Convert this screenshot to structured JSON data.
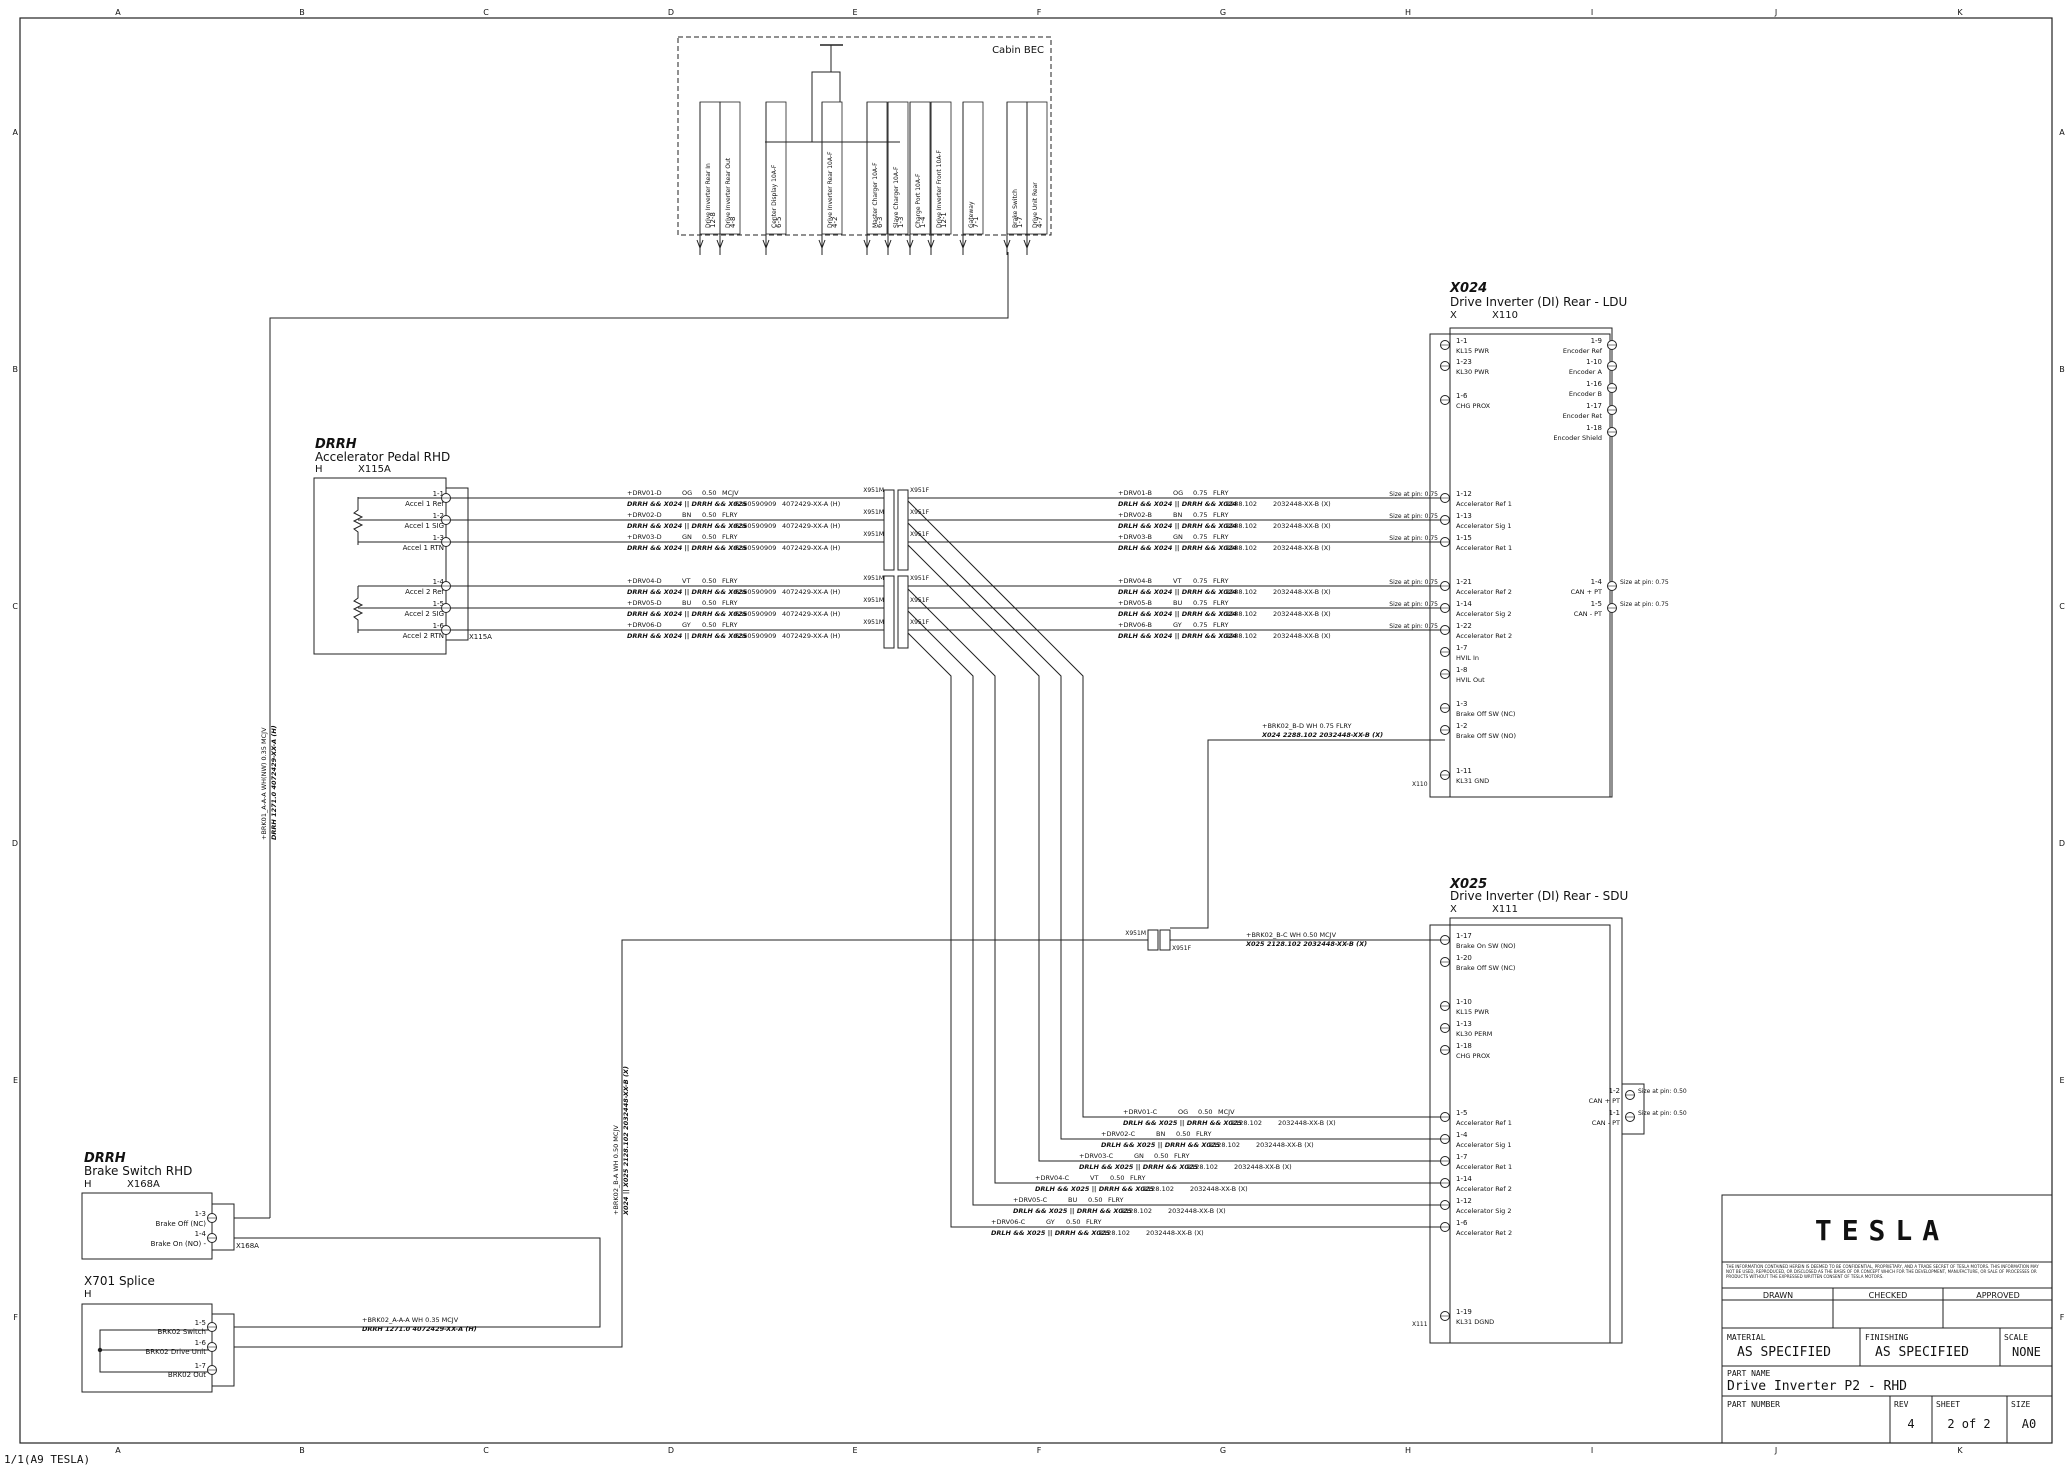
{
  "sheet_footer": "1/1(A9 TESLA)",
  "grid": {
    "columns": [
      "A",
      "B",
      "C",
      "D",
      "E",
      "F",
      "G",
      "H",
      "I",
      "J",
      "K"
    ],
    "rows": [
      "A",
      "B",
      "C",
      "D",
      "E",
      "F"
    ]
  },
  "cabin_bec": {
    "title": "Cabin BEC",
    "pins": [
      {
        "num": "12-8",
        "label": "Drive Inverter Rear In"
      },
      {
        "num": "4-8",
        "label": "Drive Inverter Rear Out"
      },
      {
        "num": "6-5",
        "label": "Center Display 10A-F"
      },
      {
        "num": "4-2",
        "label": "Drive Inverter Rear 10A-F"
      },
      {
        "num": "6-3",
        "label": "Master Charger 10A-F"
      },
      {
        "num": "1-3",
        "label": "Slave Charger 10A-F"
      },
      {
        "num": "1-4",
        "label": "Charge Port 10A-F"
      },
      {
        "num": "12-1",
        "label": "Drive Inverter Front 10A-F"
      },
      {
        "num": "7-1",
        "label": "Gateway"
      },
      {
        "num": "1-7",
        "label": "Brake Switch"
      },
      {
        "num": "4-7",
        "label": "Drive Unit Rear"
      }
    ]
  },
  "x024": {
    "code": "X024",
    "name": "Drive Inverter (DI) Rear - LDU",
    "loc": "X",
    "conn": "X110",
    "left_pins": [
      {
        "num": "1-1",
        "label": "KL15 PWR"
      },
      {
        "num": "1-23",
        "label": "KL30 PWR"
      },
      {
        "num": "1-6",
        "label": "CHG PROX"
      },
      {
        "num": "1-12",
        "label": "Accelerator Ref 1"
      },
      {
        "num": "1-13",
        "label": "Accelerator Sig 1"
      },
      {
        "num": "1-15",
        "label": "Accelerator Ret 1"
      },
      {
        "num": "1-21",
        "label": "Accelerator Ref 2"
      },
      {
        "num": "1-14",
        "label": "Accelerator Sig 2"
      },
      {
        "num": "1-22",
        "label": "Accelerator Ret 2"
      },
      {
        "num": "1-7",
        "label": "HVIL In"
      },
      {
        "num": "1-8",
        "label": "HVIL Out"
      },
      {
        "num": "1-3",
        "label": "Brake Off SW (NC)"
      },
      {
        "num": "1-2",
        "label": "Brake Off SW (NO)"
      },
      {
        "num": "1-11",
        "label": "KL31 GND"
      }
    ],
    "right_pins": [
      {
        "num": "1-9",
        "label": "Encoder Ref"
      },
      {
        "num": "1-10",
        "label": "Encoder A"
      },
      {
        "num": "1-16",
        "label": "Encoder B"
      },
      {
        "num": "1-17",
        "label": "Encoder Ret"
      },
      {
        "num": "1-18",
        "label": "Encoder Shield"
      },
      {
        "num": "1-4",
        "label": "CAN + PT"
      },
      {
        "num": "1-5",
        "label": "CAN - PT"
      }
    ]
  },
  "x025": {
    "code": "X025",
    "name": "Drive Inverter (DI) Rear - SDU",
    "loc": "X",
    "conn": "X111",
    "left_pins": [
      {
        "num": "1-17",
        "label": "Brake On SW (NO)"
      },
      {
        "num": "1-20",
        "label": "Brake Off SW (NC)"
      },
      {
        "num": "1-10",
        "label": "KL15 PWR"
      },
      {
        "num": "1-13",
        "label": "KL30 PERM"
      },
      {
        "num": "1-18",
        "label": "CHG PROX"
      },
      {
        "num": "1-5",
        "label": "Accelerator Ref 1"
      },
      {
        "num": "1-4",
        "label": "Accelerator Sig 1"
      },
      {
        "num": "1-7",
        "label": "Accelerator Ret 1"
      },
      {
        "num": "1-14",
        "label": "Accelerator Ref 2"
      },
      {
        "num": "1-12",
        "label": "Accelerator Sig 2"
      },
      {
        "num": "1-6",
        "label": "Accelerator Ret 2"
      },
      {
        "num": "1-19",
        "label": "KL31 DGND"
      }
    ],
    "right_pins": [
      {
        "num": "1-2",
        "label": "CAN + PT"
      },
      {
        "num": "1-1",
        "label": "CAN - PT"
      }
    ]
  },
  "drrh_pedal": {
    "code": "DRRH",
    "name": "Accelerator Pedal RHD",
    "loc": "H",
    "conn": "X115A",
    "pins": [
      {
        "num": "1-1",
        "label": "Accel 1 Ref"
      },
      {
        "num": "1-2",
        "label": "Accel 1 SIG"
      },
      {
        "num": "1-3",
        "label": "Accel 1 RTN"
      },
      {
        "num": "1-4",
        "label": "Accel 2 Ref"
      },
      {
        "num": "1-5",
        "label": "Accel 2 SIG"
      },
      {
        "num": "1-6",
        "label": "Accel 2 RTN"
      }
    ]
  },
  "drrh_brake": {
    "code": "DRRH",
    "name": "Brake Switch RHD",
    "loc": "H",
    "conn": "X168A",
    "pins": [
      {
        "num": "1-3",
        "label": "Brake Off (NC)"
      },
      {
        "num": "1-4",
        "label": "Brake On (NO) -"
      }
    ]
  },
  "x701": {
    "name": "X701 Splice",
    "loc": "H",
    "pins": [
      {
        "num": "1-5",
        "label": "BRK02 Switch"
      },
      {
        "num": "1-6",
        "label": "BRK02 Drive Unit"
      },
      {
        "num": "1-7",
        "label": "BRK02 Out"
      }
    ]
  },
  "wires_left": [
    {
      "id": "+DRV01-D",
      "color": "OG",
      "size": "0.50",
      "type": "MCJV",
      "harness": "DRRH && X024 || DRRH && X025",
      "code": "6360590909",
      "pn": "4072429-XX-A (H)"
    },
    {
      "id": "+DRV02-D",
      "color": "BN",
      "size": "0.50",
      "type": "FLRY",
      "harness": "DRRH && X024 || DRRH && X025",
      "code": "6360590909",
      "pn": "4072429-XX-A (H)"
    },
    {
      "id": "+DRV03-D",
      "color": "GN",
      "size": "0.50",
      "type": "FLRY",
      "harness": "DRRH && X024 || DRRH && X025",
      "code": "6360590909",
      "pn": "4072429-XX-A (H)"
    },
    {
      "id": "+DRV04-D",
      "color": "VT",
      "size": "0.50",
      "type": "FLRY",
      "harness": "DRRH && X024 || DRRH && X025",
      "code": "6360590909",
      "pn": "4072429-XX-A (H)"
    },
    {
      "id": "+DRV05-D",
      "color": "BU",
      "size": "0.50",
      "type": "FLRY",
      "harness": "DRRH && X024 || DRRH && X025",
      "code": "6360590909",
      "pn": "4072429-XX-A (H)"
    },
    {
      "id": "+DRV06-D",
      "color": "GY",
      "size": "0.50",
      "type": "FLRY",
      "harness": "DRRH && X024 || DRRH && X025",
      "code": "6360590909",
      "pn": "4072429-XX-A (H)"
    }
  ],
  "wires_x024": [
    {
      "id": "+DRV01-B",
      "color": "OG",
      "size": "0.75",
      "type": "FLRY",
      "harness": "DRLH && X024 || DRRH && X024",
      "code": "2288.102",
      "pn": "2032448-XX-B (X)",
      "pin_size": "Size at pin: 0.75"
    },
    {
      "id": "+DRV02-B",
      "color": "BN",
      "size": "0.75",
      "type": "FLRY",
      "harness": "DRLH && X024 || DRRH && X024",
      "code": "2288.102",
      "pn": "2032448-XX-B (X)",
      "pin_size": "Size at pin: 0.75"
    },
    {
      "id": "+DRV03-B",
      "color": "GN",
      "size": "0.75",
      "type": "FLRY",
      "harness": "DRLH && X024 || DRRH && X024",
      "code": "2288.102",
      "pn": "2032448-XX-B (X)",
      "pin_size": "Size at pin: 0.75"
    },
    {
      "id": "+DRV04-B",
      "color": "VT",
      "size": "0.75",
      "type": "FLRY",
      "harness": "DRLH && X024 || DRRH && X024",
      "code": "2288.102",
      "pn": "2032448-XX-B (X)",
      "pin_size": "Size at pin: 0.75"
    },
    {
      "id": "+DRV05-B",
      "color": "BU",
      "size": "0.75",
      "type": "FLRY",
      "harness": "DRLH && X024 || DRRH && X024",
      "code": "2288.102",
      "pn": "2032448-XX-B (X)",
      "pin_size": "Size at pin: 0.75"
    },
    {
      "id": "+DRV06-B",
      "color": "GY",
      "size": "0.75",
      "type": "FLRY",
      "harness": "DRLH && X024 || DRRH && X024",
      "code": "2288.102",
      "pn": "2032448-XX-B (X)",
      "pin_size": "Size at pin: 0.75"
    }
  ],
  "wires_x025": [
    {
      "id": "+DRV01-C",
      "color": "OG",
      "size": "0.50",
      "type": "MCJV",
      "harness": "DRLH && X025 || DRRH && X025",
      "code": "2128.102",
      "pn": "2032448-XX-B (X)"
    },
    {
      "id": "+DRV02-C",
      "color": "BN",
      "size": "0.50",
      "type": "FLRY",
      "harness": "DRLH && X025 || DRRH && X025",
      "code": "2128.102",
      "pn": "2032448-XX-B (X)"
    },
    {
      "id": "+DRV03-C",
      "color": "GN",
      "size": "0.50",
      "type": "FLRY",
      "harness": "DRLH && X025 || DRRH && X025",
      "code": "2128.102",
      "pn": "2032448-XX-B (X)"
    },
    {
      "id": "+DRV04-C",
      "color": "VT",
      "size": "0.50",
      "type": "FLRY",
      "harness": "DRLH && X025 || DRRH && X025",
      "code": "2128.102",
      "pn": "2032448-XX-B (X)"
    },
    {
      "id": "+DRV05-C",
      "color": "BU",
      "size": "0.50",
      "type": "FLRY",
      "harness": "DRLH && X025 || DRRH && X025",
      "code": "2128.102",
      "pn": "2032448-XX-B (X)"
    },
    {
      "id": "+DRV06-C",
      "color": "GY",
      "size": "0.50",
      "type": "FLRY",
      "harness": "DRLH && X025 || DRRH && X025",
      "code": "2128.102",
      "pn": "2032448-XX-B (X)"
    }
  ],
  "brk_wires": {
    "x024_id": "+BRK02_B-D  WH  0.75  FLRY",
    "x024_sub": "X024  2288.102  2032448-XX-B (X)",
    "x025_id": "+BRK02_B-C  WH  0.50  MCJV",
    "x025_sub": "X025  2128.102  2032448-XX-B (X)",
    "splice_id": "+BRK02_A-A-A  WH  0.35  MCJV",
    "splice_sub": "DRRH  1271.0  4072429-XX-A (H)",
    "vert_left": "+BRK01_A-A-A  WH(NW)  0.35  MCJV",
    "vert_left_sub": "DRRH  1271.0  4072429-XX-A (H)",
    "vert_right": "+BRK02_B-A  WH  0.50  MCJV",
    "vert_right_sub": "X024 || X025  2128.102  2032448-XX-B (X)"
  },
  "inline_conn": {
    "male": "X951M",
    "female": "X951F"
  },
  "size_at_pin_050": "Size at pin: 0.50",
  "size_at_pin_075": "Size at pin: 0.75",
  "title_block": {
    "logo": "TESLA",
    "notice": "THE INFORMATION CONTAINED HEREIN IS DEEMED TO BE CONFIDENTIAL, PROPRIETARY, AND A TRADE SECRET OF TESLA MOTORS. THIS INFORMATION MAY NOT BE USED, REPRODUCED, OR DISCLOSED AS THE BASIS OF OR CONCEPT WHICH FOR THE DEVELOPMENT, MANUFACTURE, OR SALE OF PROCESSES OR PRODUCTS WITHOUT THE EXPRESSED WRITTEN CONSENT OF TESLA MOTORS.",
    "drawn": "DRAWN",
    "checked": "CHECKED",
    "approved": "APPROVED",
    "material_label": "MATERIAL",
    "material": "AS SPECIFIED",
    "finishing_label": "FINISHING",
    "finishing": "AS SPECIFIED",
    "scale_label": "SCALE",
    "scale": "NONE",
    "part_name_label": "PART NAME",
    "part_name": "Drive Inverter P2 - RHD",
    "part_number_label": "PART NUMBER",
    "rev_label": "REV",
    "rev": "4",
    "sheet_label": "SHEET",
    "sheet": "2 of 2",
    "size_label": "SIZE",
    "size": "A0"
  }
}
